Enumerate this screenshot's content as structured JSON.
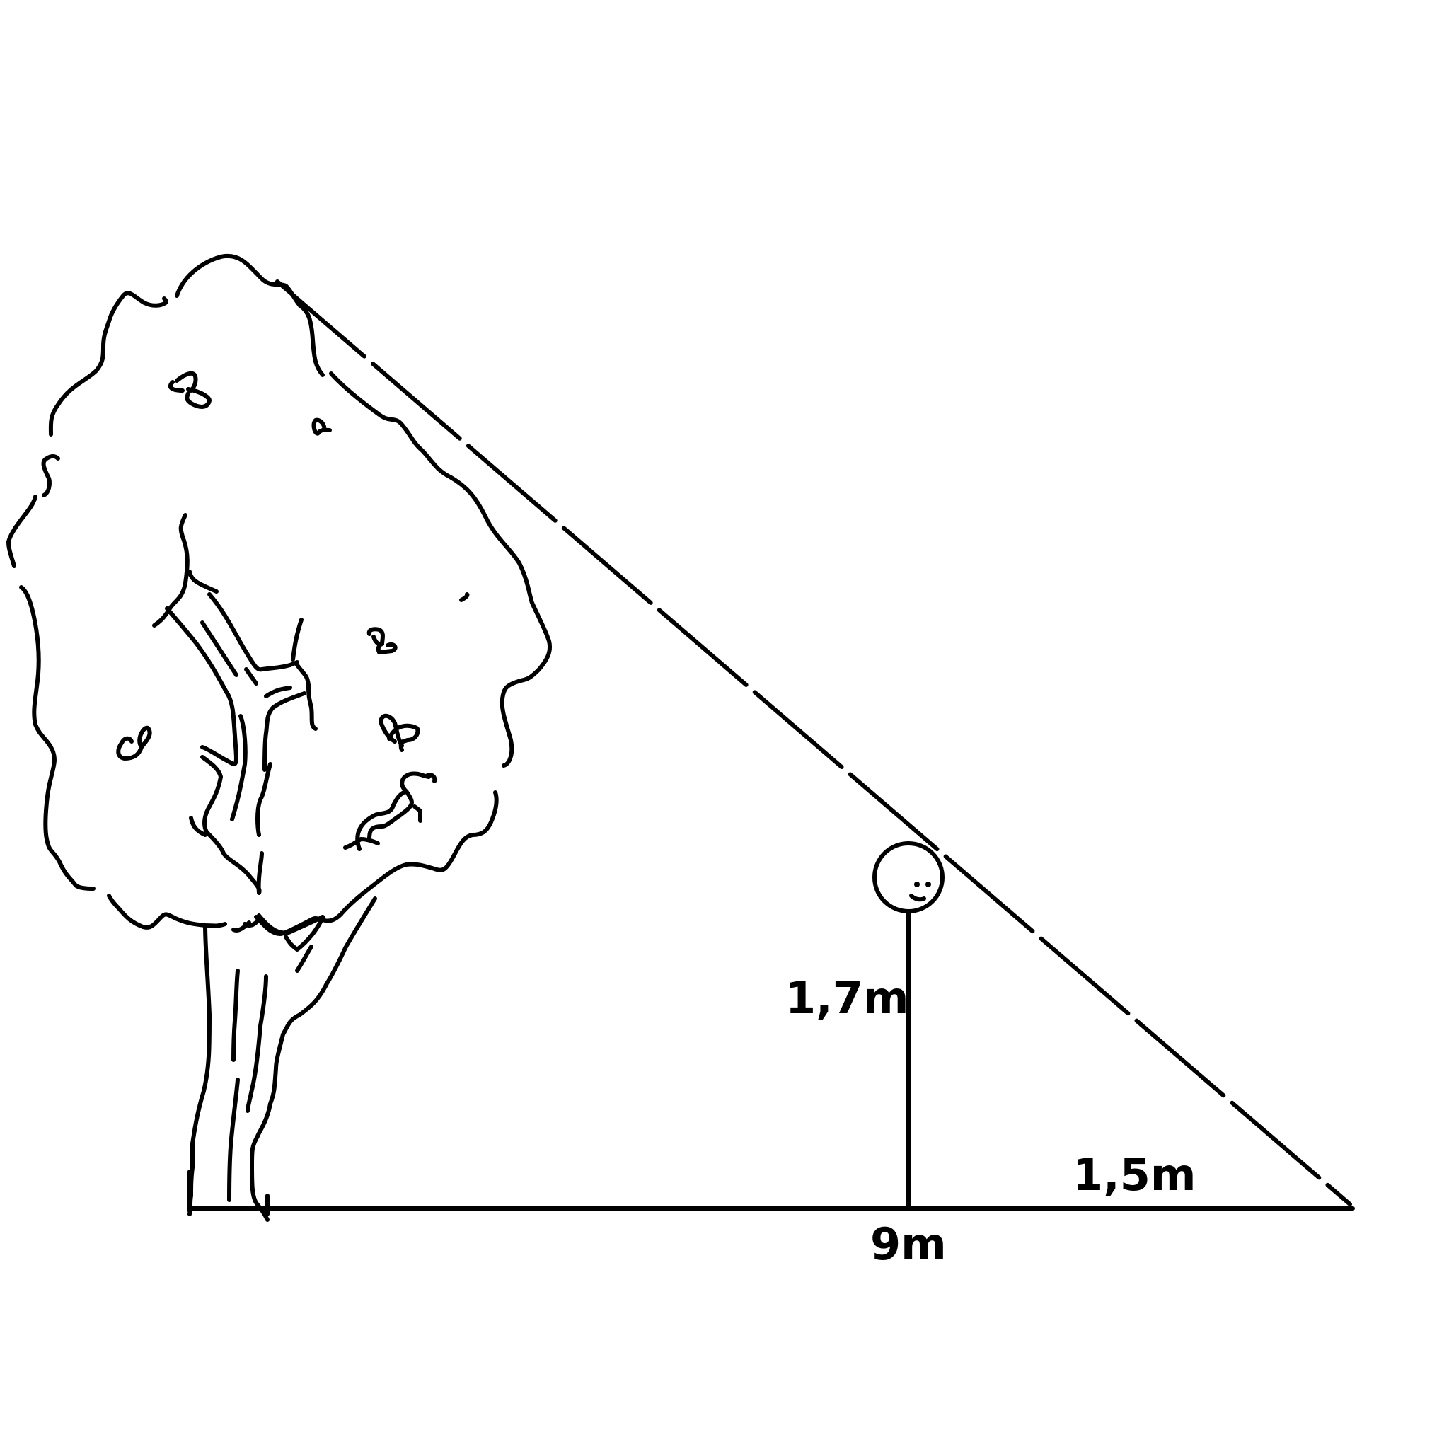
{
  "labels": {
    "person_height": "1,7m",
    "shadow_tip_distance": "1,5m",
    "ground_distance": "9m"
  }
}
